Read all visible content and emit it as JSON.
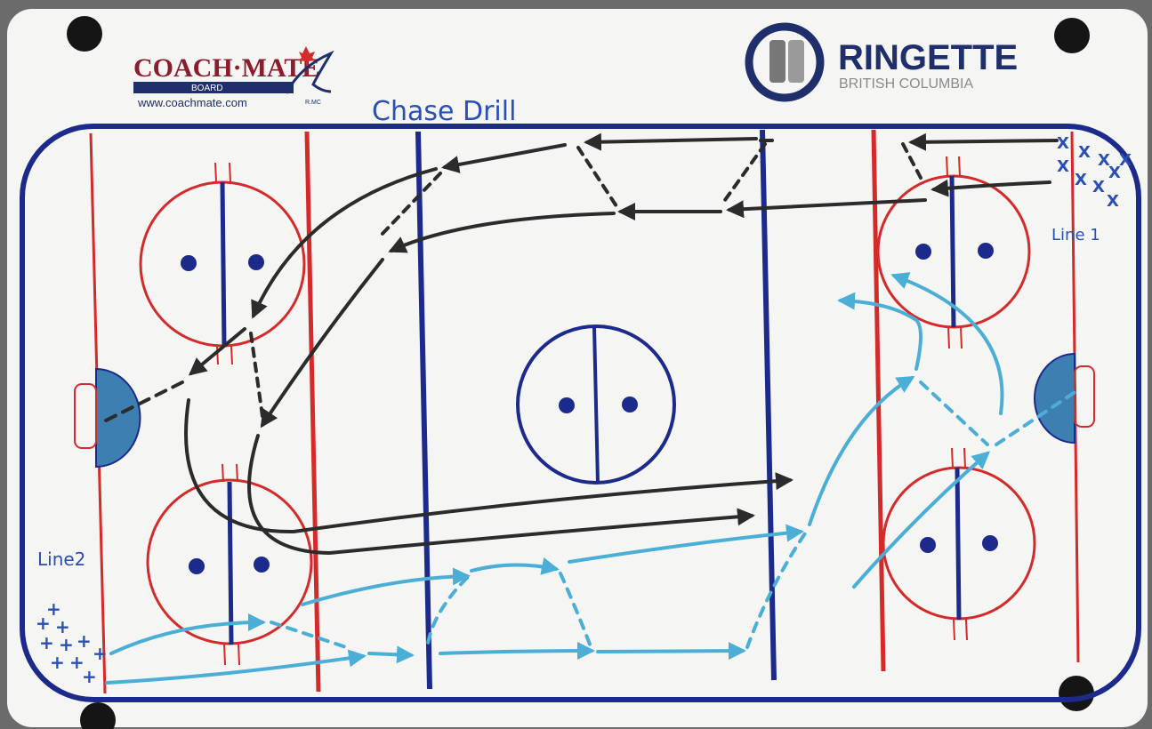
{
  "board": {
    "logo_left": {
      "name": "COACH·MATE",
      "sub": "BOARD",
      "url": "www.coachmate.com",
      "mark": "R.MC"
    },
    "logo_right": {
      "title": "RINGETTE",
      "subtitle": "BRITISH COLUMBIA"
    },
    "drill_title": "Chase Drill",
    "line1_label": "Line 1",
    "line2_label": "Line2",
    "line1_marks": [
      "X",
      "X",
      "X",
      "X",
      "X",
      "X",
      "X",
      "X",
      "X"
    ],
    "line2_marks": [
      "+",
      "+",
      "+",
      "+",
      "+",
      "+",
      "+",
      "+",
      "+",
      "+"
    ]
  },
  "colors": {
    "board_bg": "#f5f5f3",
    "rink_blue": "#1c2a8c",
    "rink_red": "#d42a2a",
    "marker_black": "#2b2b2b",
    "marker_cyan": "#4aaed6",
    "marker_blue": "#2a4fb5",
    "crease_fill": "#3d7fb0",
    "brand_navy": "#1f2f6b"
  }
}
